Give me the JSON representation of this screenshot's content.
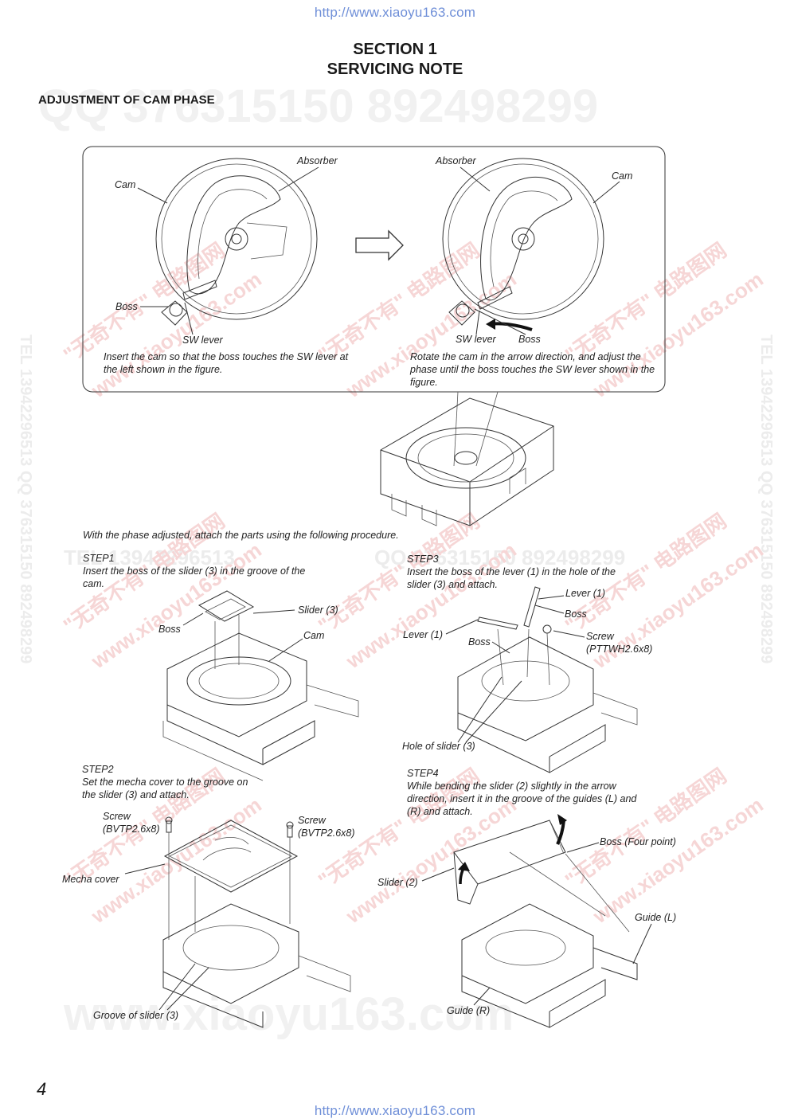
{
  "header_url": "http://www.xiaoyu163.com",
  "footer_url": "http://www.xiaoyu163.com",
  "section": {
    "line1": "SECTION 1",
    "line2": "SERVICING NOTE"
  },
  "heading": "ADJUSTMENT OF CAM PHASE",
  "watermarks": {
    "qq_top": "QQ 376315150   892498299",
    "tel_vertical": "TEL 13942296513  QQ 376315150  892498299",
    "cn_site": "\"无奇不有\" 电路图网",
    "site": "www.xiaoyu163.com",
    "tel_mid": "TEL 13942296513",
    "qq_mid": "QQ 376315150  892498299",
    "big_bottom": "www.xiaoyu163.com"
  },
  "panel_left": {
    "labels": {
      "absorber": "Absorber",
      "cam": "Cam",
      "boss": "Boss",
      "sw_lever": "SW lever"
    },
    "caption": "Insert the cam so that the boss touches the SW lever at the left shown in the figure."
  },
  "panel_right": {
    "labels": {
      "absorber": "Absorber",
      "cam": "Cam",
      "sw_lever": "SW lever",
      "boss": "Boss"
    },
    "caption": "Rotate the cam in the arrow direction, and adjust the phase until the boss touches the SW lever shown in the figure."
  },
  "intro": "With the phase adjusted, attach the parts using the following procedure.",
  "step1": {
    "title": "STEP1",
    "text": "Insert the boss of the slider (3) in the groove of the cam.",
    "labels": {
      "slider": "Slider (3)",
      "boss": "Boss",
      "cam": "Cam"
    }
  },
  "step2": {
    "title": "STEP2",
    "text": "Set the mecha cover to the groove on the slider (3) and attach.",
    "labels": {
      "screw_left": "Screw",
      "screw_left_code": "(BVTP2.6x8)",
      "screw_right": "Screw",
      "screw_right_code": "(BVTP2.6x8)",
      "mecha_cover": "Mecha cover",
      "groove": "Groove of slider (3)"
    }
  },
  "step3": {
    "title": "STEP3",
    "text": "Insert the boss of the lever (1) in the hole of the slider (3) and attach.",
    "labels": {
      "lever_top": "Lever (1)",
      "boss_top": "Boss",
      "lever_left": "Lever (1)",
      "boss_left": "Boss",
      "screw": "Screw",
      "screw_code": "(PTTWH2.6x8)",
      "hole": "Hole of slider (3)"
    }
  },
  "step4": {
    "title": "STEP4",
    "text": "While bending the slider (2) slightly in the arrow direction, insert it in the groove of the guides (L) and (R) and attach.",
    "labels": {
      "boss": "Boss (Four point)",
      "slider": "Slider (2)",
      "guide_l": "Guide (L)",
      "guide_r": "Guide (R)"
    }
  },
  "page_number": "4"
}
